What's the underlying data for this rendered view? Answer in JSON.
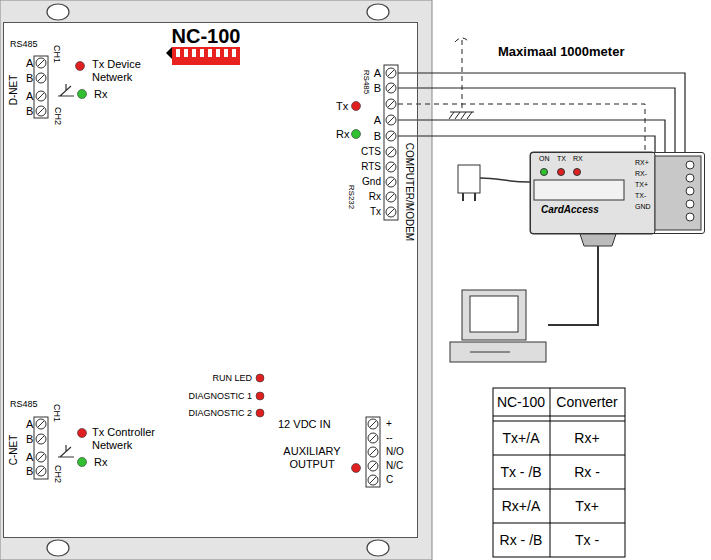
{
  "diagram": {
    "nodes": [
      {
        "text": [
          "NC-100"
        ]
      },
      {
        "text": [
          "ON",
          "TX",
          "RX",
          "CardAccess",
          "RX+",
          "RX-",
          "TX+",
          "TX-",
          "GND"
        ]
      }
    ],
    "edges": [
      {
        "from": 0,
        "to": 1,
        "arrow": "none"
      },
      {
        "from": 0,
        "to": 1,
        "arrow": "none"
      },
      {
        "from": 0,
        "to": 1,
        "arrow": "none"
      },
      {
        "from": 0,
        "to": 1,
        "arrow": "none"
      }
    ],
    "labels": [
      "Maximaal 1000meter",
      "RS485",
      "A",
      "B",
      "A",
      "B",
      "CH1",
      "CH2",
      "D-NET",
      "Tx Device Netwerk",
      "Rx",
      "RS485",
      "A",
      "B",
      "COMPUTER/MODEM",
      "Tx",
      "A",
      "Rx",
      "B",
      "CTS",
      "RTS",
      "Gnd",
      "Rx",
      "Tx",
      "RS232",
      "RUN LED",
      "DIAGNOSTIC 1",
      "DIAGNOSTIC 2",
      "RS485",
      "A",
      "B",
      "A",
      "B",
      "CH1",
      "CH2",
      "C-NET",
      "Tx Controller Netwerk",
      "Rx",
      "12 VDC IN",
      "AUXILIARY OUTPUT",
      "+",
      "--",
      "N/O",
      "N/C",
      "C",
      "NC-100",
      "Converter",
      "Tx+/A",
      "Rx+",
      "Tx - /B",
      "Rx -",
      "Rx+/A",
      "Tx+",
      "Rx - /B",
      "Tx -"
    ]
  }
}
